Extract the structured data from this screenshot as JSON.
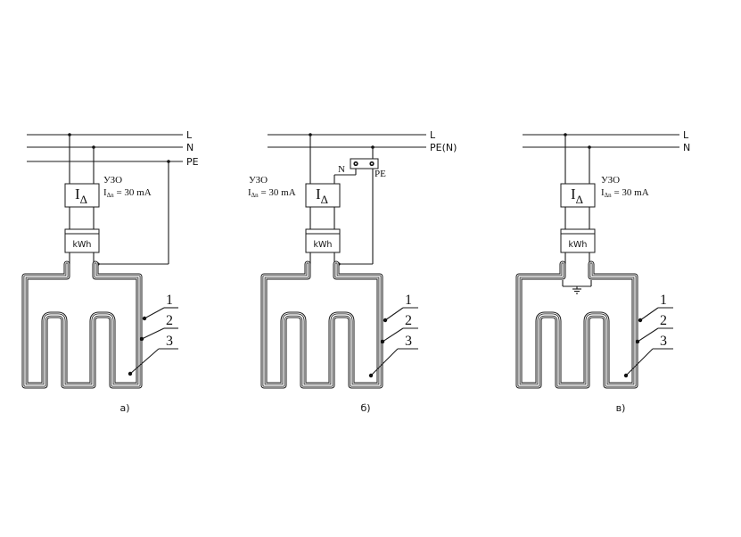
{
  "colors": {
    "line": "#1a1a1a",
    "background": "#ffffff"
  },
  "diagrams": [
    {
      "caption": "а)",
      "bus_labels": [
        "L",
        "N",
        "PE"
      ],
      "rcd": {
        "name": "УЗО",
        "rating": "I",
        "rating_sub": "Δn",
        "rating_value": " = 30 mA",
        "symbol": "I",
        "symbol_sub": "Δ"
      },
      "meter": "kWh",
      "callouts": [
        "1",
        "2",
        "3"
      ]
    },
    {
      "caption": "б)",
      "bus_labels": [
        "L",
        "PE(N)"
      ],
      "rcd": {
        "name": "УЗО",
        "rating": "I",
        "rating_sub": "Δn",
        "rating_value": " = 30 mA",
        "symbol": "I",
        "symbol_sub": "Δ"
      },
      "meter": "kWh",
      "terminal": {
        "left": "N",
        "right": "PE"
      },
      "callouts": [
        "1",
        "2",
        "3"
      ]
    },
    {
      "caption": "в)",
      "bus_labels": [
        "L",
        "N"
      ],
      "rcd": {
        "name": "УЗО",
        "rating": "I",
        "rating_sub": "Δn",
        "rating_value": " = 30 mA",
        "symbol": "I",
        "symbol_sub": "Δ"
      },
      "meter": "kWh",
      "callouts": [
        "1",
        "2",
        "3"
      ]
    }
  ]
}
